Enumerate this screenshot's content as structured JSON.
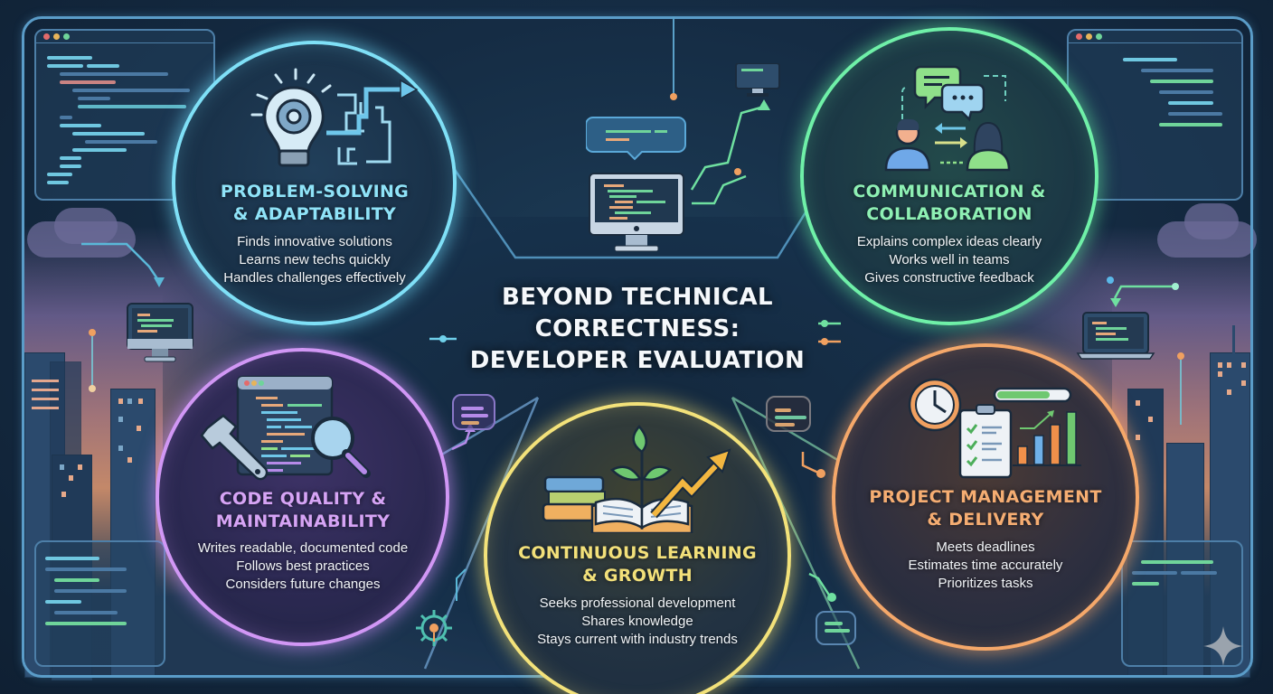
{
  "title": {
    "line1": "BEYOND TECHNICAL",
    "line2": "CORRECTNESS:",
    "line3": "DEVELOPER EVALUATION"
  },
  "colors": {
    "background": "#152c44",
    "frame": "#5a9cc8",
    "problem_solving": "#7fe0f7",
    "communication": "#6ff0a8",
    "code_quality": "#d197f5",
    "learning": "#f3e27a",
    "project_management": "#f5a86a"
  },
  "cards": [
    {
      "id": "problem-solving",
      "title_line1": "PROBLEM-SOLVING",
      "title_line2": "& ADAPTABILITY",
      "icon": "lightbulb-gear-maze-icon",
      "color": "#8fe3f8",
      "items": [
        "Finds innovative solutions",
        "Learns new techs quickly",
        "Handles challenges effectively"
      ]
    },
    {
      "id": "communication",
      "title_line1": "COMMUNICATION &",
      "title_line2": "COLLABORATION",
      "icon": "people-chat-bubbles-icon",
      "color": "#8ef0b4",
      "items": [
        "Explains complex ideas clearly",
        "Works well in teams",
        "Gives constructive feedback"
      ]
    },
    {
      "id": "code-quality",
      "title_line1": "CODE QUALITY &",
      "title_line2": "MAINTAINABILITY",
      "icon": "code-window-wrench-magnifier-icon",
      "color": "#d6a4f5",
      "items": [
        "Writes readable, documented code",
        "Follows best practices",
        "Considers future changes"
      ]
    },
    {
      "id": "learning",
      "title_line1": "CONTINUOUS LEARNING",
      "title_line2": "& GROWTH",
      "icon": "books-sprout-growth-arrow-icon",
      "color": "#f2e07a",
      "items": [
        "Seeks professional development",
        "Shares knowledge",
        "Stays current with industry trends"
      ]
    },
    {
      "id": "project-management",
      "title_line1": "PROJECT MANAGEMENT",
      "title_line2": "& DELIVERY",
      "icon": "clock-checklist-bar-chart-icon",
      "color": "#f5ad72",
      "items": [
        "Meets deadlines",
        "Estimates time accurately",
        "Prioritizes tasks"
      ]
    }
  ],
  "decorations": {
    "center_top_icon": "desktop-monitor-code-icon",
    "corner_badge": "sparkle-icon"
  }
}
